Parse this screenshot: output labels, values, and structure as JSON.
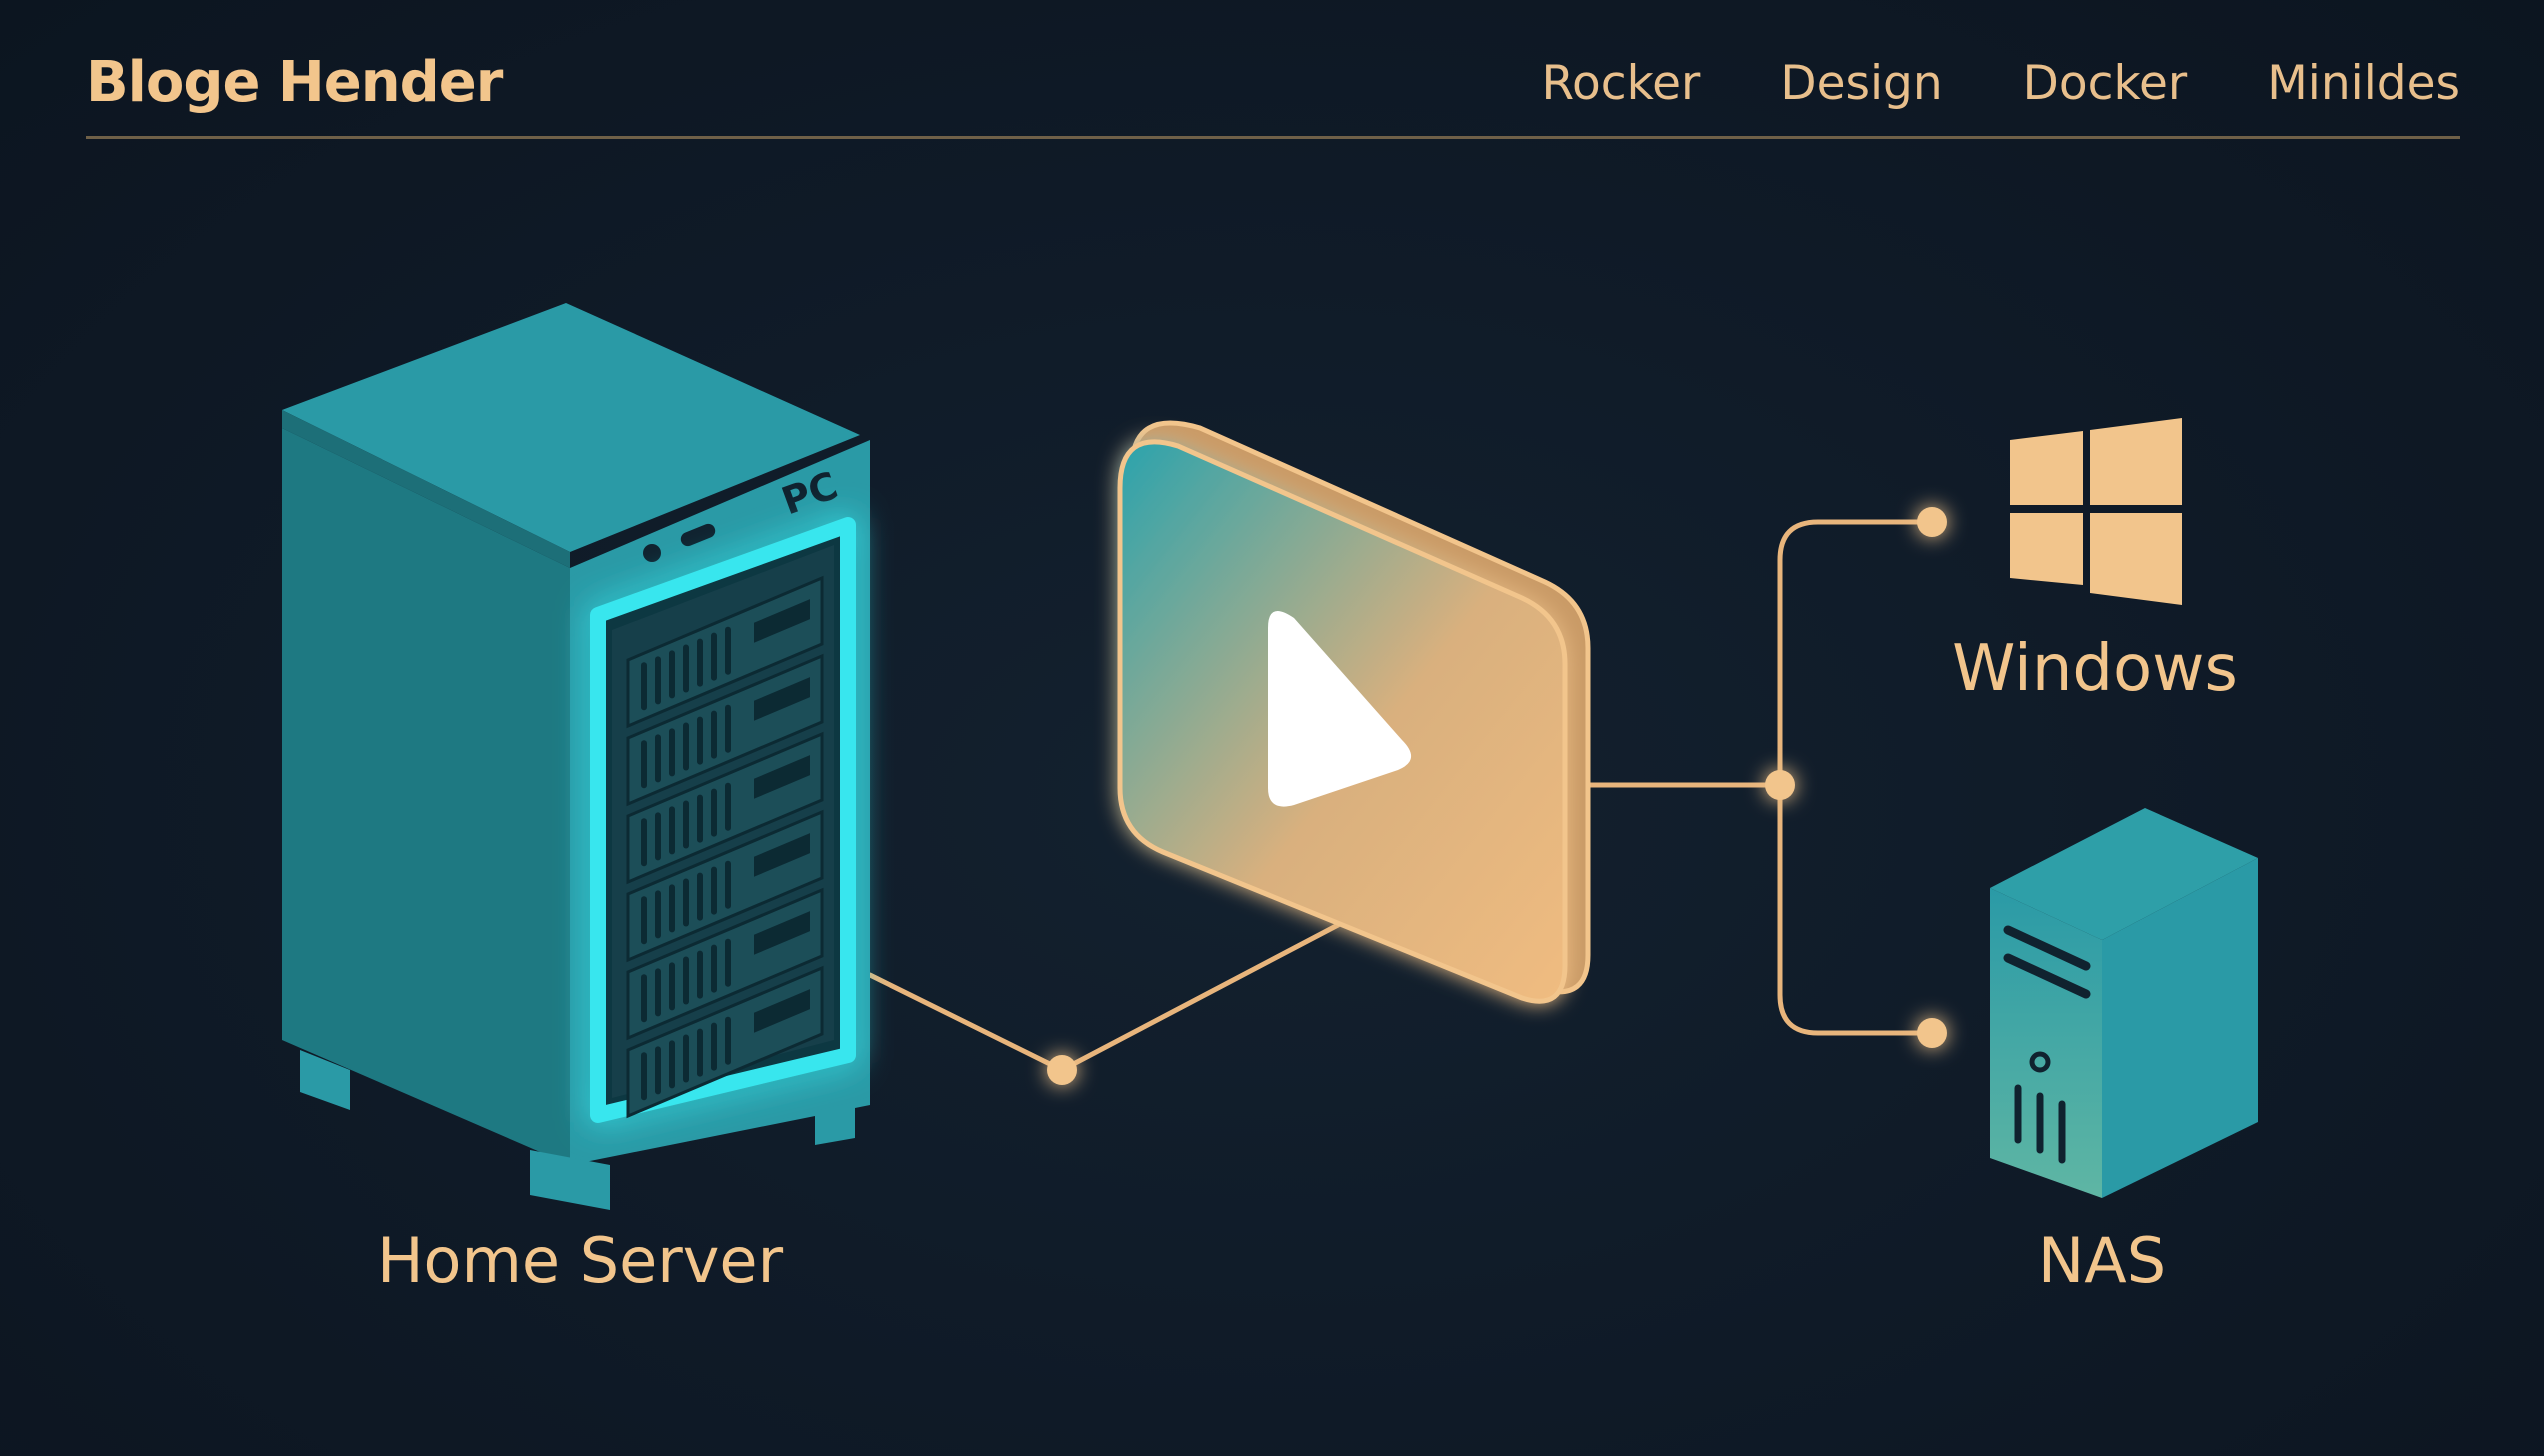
{
  "header": {
    "brand": "Bloge Hender",
    "nav": [
      "Rocker",
      "Design",
      "Docker",
      "Minildes"
    ]
  },
  "diagram": {
    "home_server": {
      "label": "Home Server",
      "case_label": "PC"
    },
    "windows": {
      "label": "Windows"
    },
    "nas": {
      "label": "NAS"
    }
  },
  "colors": {
    "background": "#0f1a27",
    "accent_orange": "#f2c58c",
    "line_orange": "#e8b57c",
    "teal": "#2a9aa6",
    "glow_cyan": "#38e6ee"
  },
  "icons": [
    "server-tower-icon",
    "play-icon",
    "windows-logo-icon",
    "nas-tower-icon"
  ]
}
